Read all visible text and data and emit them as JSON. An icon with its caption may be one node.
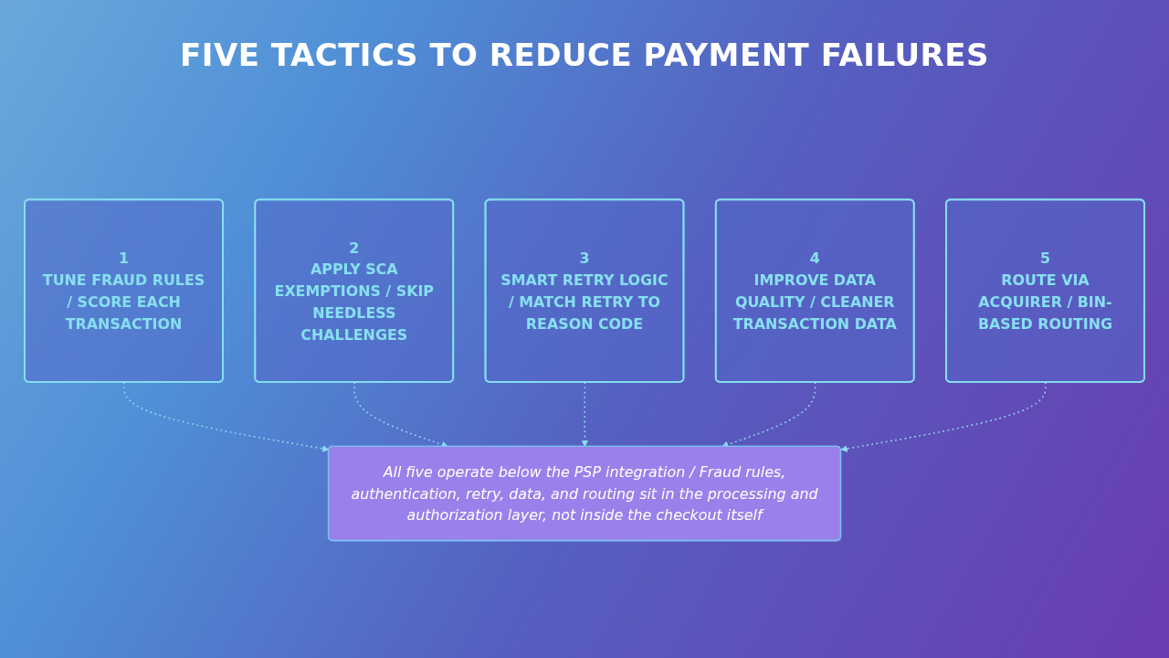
{
  "diagram": {
    "title": "FIVE TACTICS TO REDUCE PAYMENT FAILURES",
    "nodes": [
      {
        "text": [
          "1",
          "TUNE FRAUD RULES / SCORE EACH TRANSACTION"
        ]
      },
      {
        "text": [
          "2",
          "APPLY SCA EXEMPTIONS / SKIP NEEDLESS CHALLENGES"
        ]
      },
      {
        "text": [
          "3",
          "SMART RETRY LOGIC / MATCH RETRY TO REASON CODE"
        ]
      },
      {
        "text": [
          "4",
          "IMPROVE DATA QUALITY / CLEANER TRANSACTION DATA"
        ]
      },
      {
        "text": [
          "5",
          "ROUTE VIA ACQUIRER / BIN-BASED ROUTING"
        ]
      },
      {
        "text": [
          "All five operate below the PSP integration / Fraud rules, authentication, retry, data, and routing sit in the processing and authorization layer, not inside the checkout itself"
        ]
      }
    ],
    "edges": [
      {
        "from": 0,
        "to": 5,
        "arrow": "to",
        "style": "dashed"
      },
      {
        "from": 1,
        "to": 5,
        "arrow": "to",
        "style": "dashed"
      },
      {
        "from": 2,
        "to": 5,
        "arrow": "to",
        "style": "dashed"
      },
      {
        "from": 3,
        "to": 5,
        "arrow": "to",
        "style": "dashed"
      },
      {
        "from": 4,
        "to": 5,
        "arrow": "to",
        "style": "dashed"
      }
    ]
  }
}
